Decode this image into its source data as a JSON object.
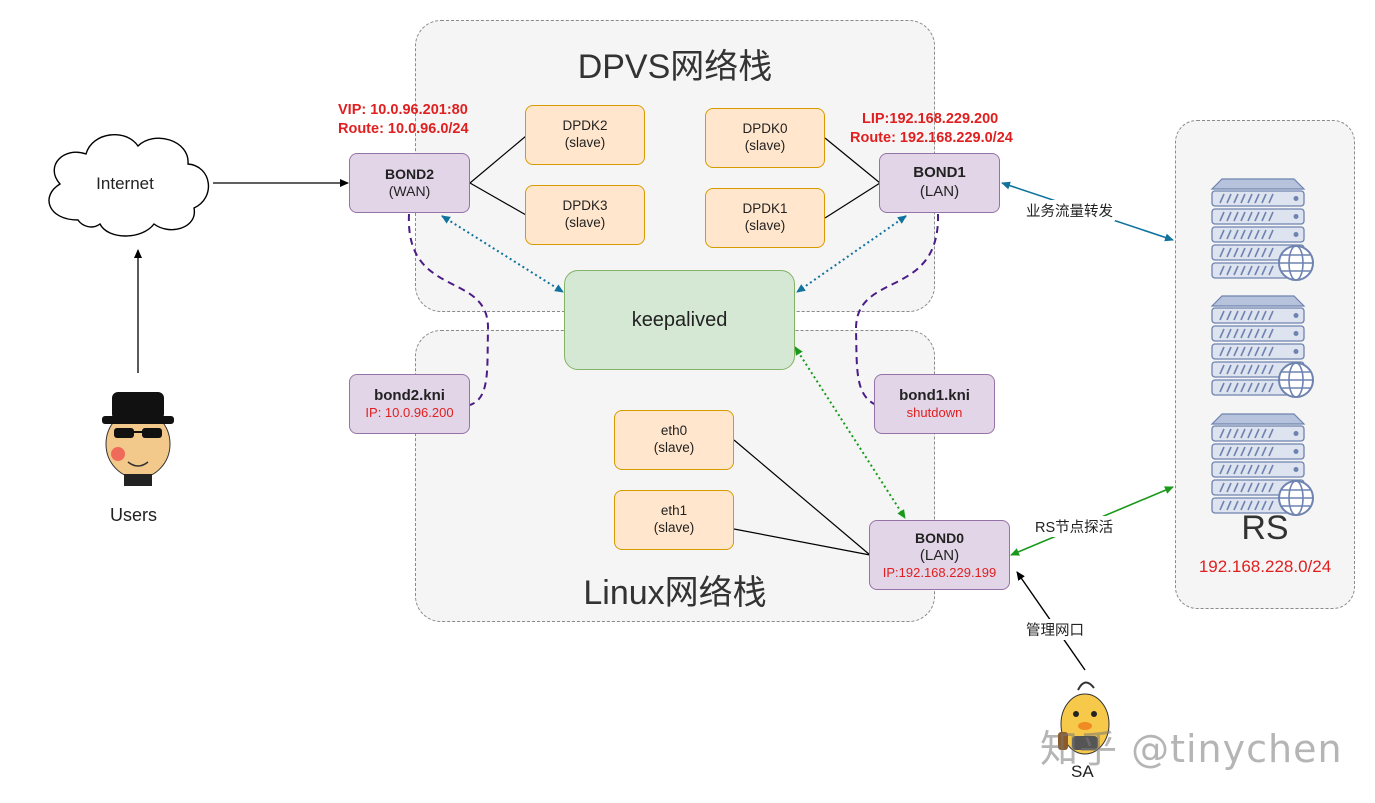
{
  "regions": {
    "dpvs_title": "DPVS网络栈",
    "linux_title": "Linux网络栈",
    "rs_title": "RS",
    "rs_subnet": "192.168.228.0/24"
  },
  "internet": {
    "label": "Internet"
  },
  "users": {
    "label": "Users"
  },
  "sa": {
    "label": "SA"
  },
  "bond2": {
    "title": "BOND2",
    "sub": "(WAN)",
    "vip": "VIP: 10.0.96.201:80",
    "route": "Route: 10.0.96.0/24"
  },
  "bond1": {
    "title": "BOND1",
    "sub": "(LAN)",
    "lip": "LIP:192.168.229.200",
    "route": "Route: 192.168.229.0/24"
  },
  "bond0": {
    "title": "BOND0",
    "sub": "(LAN)",
    "ip": "IP:192.168.229.199"
  },
  "dpdk": [
    {
      "name": "DPDK2",
      "role": "(slave)"
    },
    {
      "name": "DPDK3",
      "role": "(slave)"
    },
    {
      "name": "DPDK0",
      "role": "(slave)"
    },
    {
      "name": "DPDK1",
      "role": "(slave)"
    }
  ],
  "eth": [
    {
      "name": "eth0",
      "role": "(slave)"
    },
    {
      "name": "eth1",
      "role": "(slave)"
    }
  ],
  "keepalived": {
    "label": "keepalived"
  },
  "bond2_kni": {
    "title": "bond2.kni",
    "ip": "IP: 10.0.96.200"
  },
  "bond1_kni": {
    "title": "bond1.kni",
    "status": "shutdown"
  },
  "edges": {
    "business_traffic": "业务流量转发",
    "rs_healthcheck": "RS节点探活",
    "mgmt_port": "管理网口"
  },
  "watermark": "知乎 @tinychen",
  "colors": {
    "slave_fill": "#ffe6cc",
    "slave_stroke": "#d79b00",
    "bond_fill": "#e1d5e7",
    "bond_stroke": "#9673a6",
    "keepalived_fill": "#d5e8d4",
    "keepalived_stroke": "#82b366",
    "blue_arrow": "#10739e",
    "green_arrow": "#1a9a1a",
    "purple_dash": "#4b1c86",
    "red_text": "#e02020",
    "server": "#6f83b0"
  },
  "icons": [
    "cloud-icon",
    "user-avatar-icon",
    "sa-avatar-icon",
    "server-globe-icon"
  ]
}
